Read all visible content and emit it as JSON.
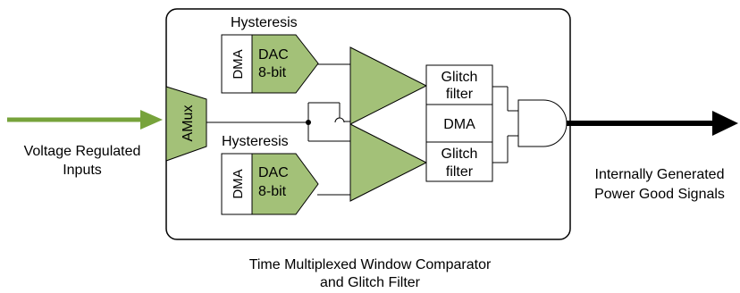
{
  "colors": {
    "block_fill": "#a3c178",
    "input_arrow": "#77a33b",
    "output_arrow": "#000000",
    "frame_stroke": "#000000"
  },
  "input_label": [
    "Voltage Regulated",
    "Inputs"
  ],
  "output_label": [
    "Internally Generated",
    "Power Good Signals"
  ],
  "amux_label": "AMux",
  "top_block": {
    "hysteresis_label": "Hysteresis",
    "dma_label": "DMA",
    "dac_label": [
      "DAC",
      "8-bit"
    ]
  },
  "bottom_block": {
    "hysteresis_label": "Hysteresis",
    "dma_label": "DMA",
    "dac_label": [
      "DAC",
      "8-bit"
    ]
  },
  "glitch_filter_top": [
    "Glitch",
    "filter"
  ],
  "center_dma_label": "DMA",
  "glitch_filter_bottom": [
    "Glitch",
    "filter"
  ],
  "caption": [
    "Time Multiplexed Window Comparator",
    "and Glitch Filter"
  ]
}
